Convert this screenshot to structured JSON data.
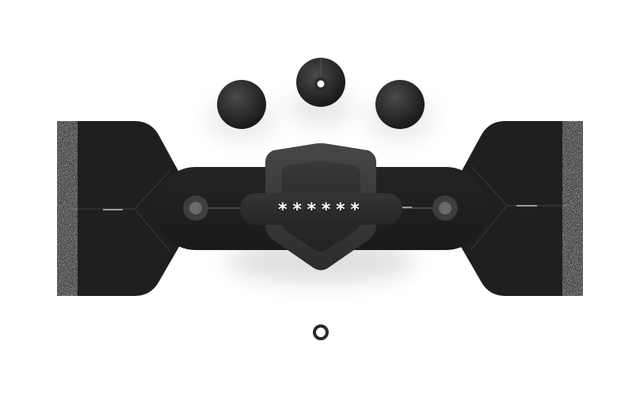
{
  "password_field": {
    "masked_value": "******"
  },
  "controls": {
    "knob_left": "knob",
    "knob_center": "knob-with-indicator",
    "knob_right": "knob",
    "left_node": "connector-node",
    "right_node": "connector-node",
    "status_indicator": "ring-indicator"
  },
  "colors": {
    "body": "#1e1e1e",
    "shield": "#3a3a3a",
    "accent_light": "#ffffff",
    "background": "#ffffff"
  }
}
